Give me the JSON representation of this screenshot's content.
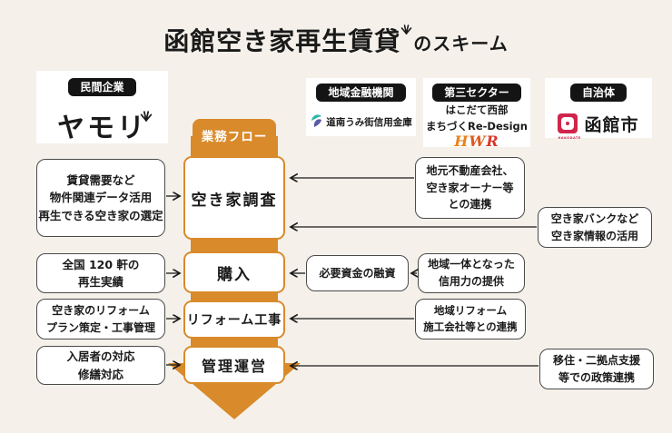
{
  "title": {
    "main": "函館空き家再生賃貸",
    "suffix": "のスキーム"
  },
  "header": {
    "orgs": [
      {
        "badge": "民間企業",
        "logo_text": "ヤモリ"
      },
      {
        "badge": "地域金融機関",
        "logo_text": "道南うみ街信用金庫"
      },
      {
        "badge": "第三セクター",
        "line1": "はこだて西部",
        "line2": "まちづくRe-Design",
        "logo_letters": [
          "H",
          "W",
          "R"
        ]
      },
      {
        "badge": "自治体",
        "logo_text": "函館市",
        "logo_caption": "HAKODATE"
      }
    ]
  },
  "flow": {
    "label": "業務フロー",
    "steps": [
      {
        "label": "空き家調査"
      },
      {
        "label": "購入"
      },
      {
        "label": "リフォーム工事"
      },
      {
        "label": "管理運営"
      }
    ]
  },
  "left_notes": [
    {
      "lines": [
        "賃貸需要など",
        "物件関連データ活用",
        "再生できる空き家の選定"
      ]
    },
    {
      "lines": [
        "全国 120 軒の",
        "再生実績"
      ]
    },
    {
      "lines": [
        "空き家のリフォーム",
        "プラン策定・工事管理"
      ]
    },
    {
      "lines": [
        "入居者の対応",
        "修繕対応"
      ]
    }
  ],
  "right_notes": [
    {
      "lines": [
        "地元不動産会社、",
        "空き家オーナー等",
        "との連携"
      ]
    },
    {
      "lines": [
        "空き家バンクなど",
        "空き家情報の活用"
      ]
    },
    {
      "lines": [
        "必要資金の融資"
      ]
    },
    {
      "lines": [
        "地域一体となった",
        "信用力の提供"
      ]
    },
    {
      "lines": [
        "地域リフォーム",
        "施工会社等との連携"
      ]
    },
    {
      "lines": [
        "移住・二拠点支援",
        "等での政策連携"
      ]
    }
  ],
  "colors": {
    "background": "#F5F1EA",
    "accent_orange": "#D98A2B",
    "badge_black": "#141414",
    "hakodate_red": "#D0254C",
    "hwr_orange": "#E8821E",
    "hwr_red": "#D8372A",
    "shinkin_teal": "#2FB5A9",
    "shinkin_blue": "#5A5BA8",
    "line_black": "#1A1A1A"
  }
}
